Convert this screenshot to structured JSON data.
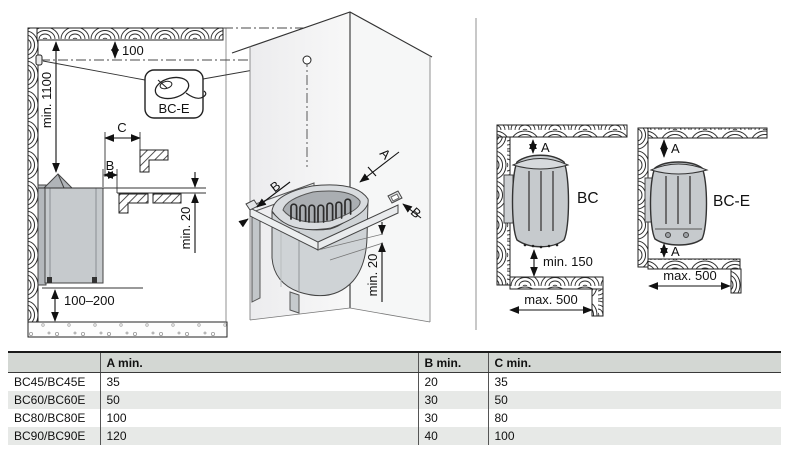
{
  "diagrams": {
    "left": {
      "dim_sensor_offset": "100",
      "dim_mount_height": "min. 1100",
      "dim_c": "C",
      "dim_b": "B",
      "dim_bench_clearance": "min. 20",
      "dim_floor_clearance": "100–200",
      "callout": {
        "label": "BC-E"
      }
    },
    "corner": {
      "dim_a": "A",
      "dim_b_left": "B",
      "dim_b_right": "B",
      "dim_clearance": "min. 20"
    },
    "bc": {
      "label": "BC",
      "dim_a": "A",
      "dim_bottom_clearance": "min. 150",
      "dim_max_width": "max. 500"
    },
    "bce": {
      "label": "BC-E",
      "dim_a_top": "A",
      "dim_a_bottom": "A",
      "dim_max_width": "max. 500"
    }
  },
  "table": {
    "headers": {
      "model": "",
      "a": "A min.",
      "b": "B min.",
      "c": "C min."
    },
    "rows": [
      {
        "model": "BC45/BC45E",
        "a": "35",
        "b": "20",
        "c": "35"
      },
      {
        "model": "BC60/BC60E",
        "a": "50",
        "b": "30",
        "c": "50"
      },
      {
        "model": "BC80/BC80E",
        "a": "100",
        "b": "30",
        "c": "80"
      },
      {
        "model": "BC90/BC90E",
        "a": "120",
        "b": "40",
        "c": "100"
      }
    ]
  },
  "colors": {
    "line": "#222222",
    "heater_fill": "#c6cacd",
    "table_header_bg": "#d3d7d3",
    "table_row_alt_bg": "#e7e9e7"
  }
}
